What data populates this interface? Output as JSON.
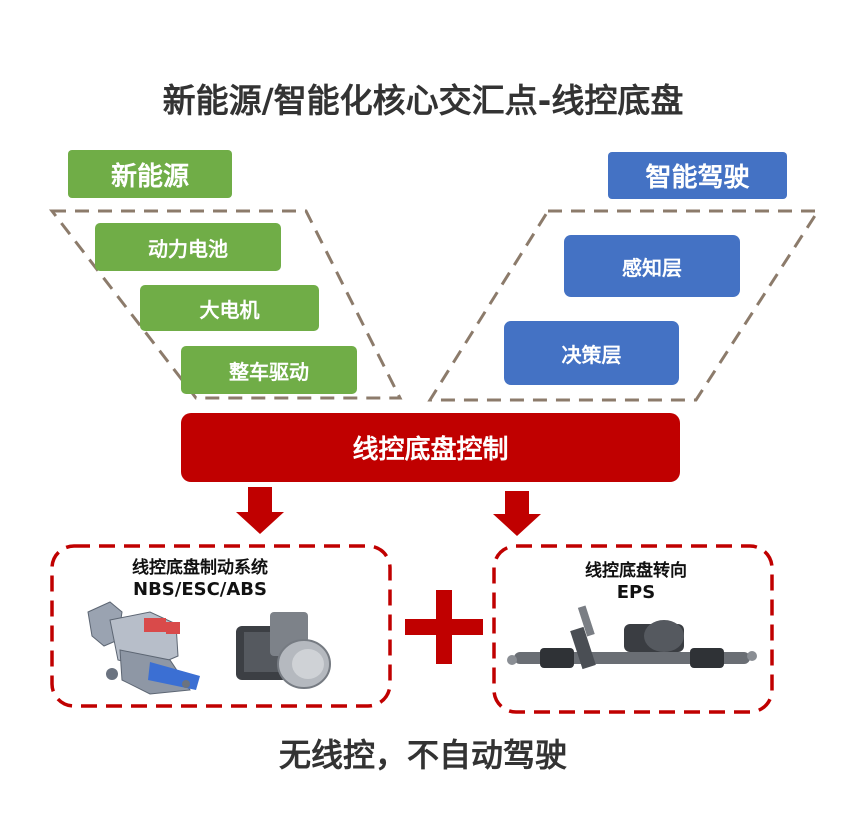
{
  "title": "新能源/智能化核心交汇点-线控底盘",
  "new_energy": {
    "label": "新能源",
    "items": [
      "动力电池",
      "大电机",
      "整车驱动"
    ]
  },
  "smart_driving": {
    "label": "智能驾驶",
    "items": [
      "感知层",
      "决策层"
    ]
  },
  "central_bar": "线控底盘控制",
  "brake_box": {
    "line1": "线控底盘制动系统",
    "line2": "NBS/ESC/ABS"
  },
  "steering_box": {
    "line1": "线控底盘转向",
    "line2": "EPS"
  },
  "plus_sign": "+",
  "footer": "无线控，不自动驾驶",
  "colors": {
    "green": "#70ad47",
    "blue": "#4472c4",
    "red": "#c00000",
    "dashed_border": "#8c7b6b"
  }
}
